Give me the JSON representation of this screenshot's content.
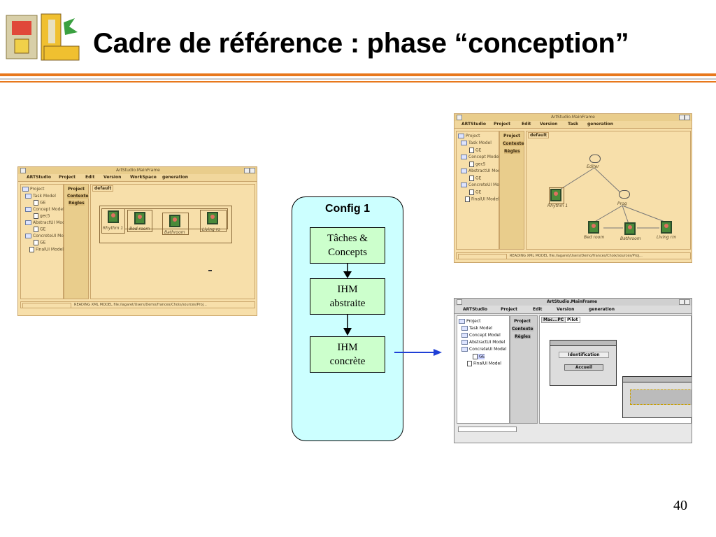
{
  "slide": {
    "title": "Cadre de référence : phase “conception”",
    "page_number": "40"
  },
  "config": {
    "title": "Config 1",
    "boxes": [
      {
        "line1": "Tâches &",
        "line2": "Concepts"
      },
      {
        "line1": "IHM",
        "line2": "abstraite"
      },
      {
        "line1": "IHM",
        "line2": "concrète"
      }
    ]
  },
  "colors": {
    "accent_orange": "#e8781c",
    "config_bg": "#ccffff",
    "box_bg": "#ccffcc",
    "arrow_blue": "#1f3fd6",
    "window_tan": "#f7dfaa"
  },
  "win_left": {
    "title": "ArtStudio.MainFrame",
    "menu": [
      "ARTStudio",
      "Project",
      "Edit",
      "Version",
      "WorkSpace",
      "generation"
    ],
    "tree": [
      "Project",
      "Task Model",
      "GE",
      "Concept Model",
      "gec5",
      "AbstractUI Model",
      "GE",
      "ConcreteUI Model",
      "GE",
      "FinalUI Model"
    ],
    "tabs": [
      "Project",
      "Contexte",
      "Règles"
    ],
    "canvas_tab": "default",
    "nodes": [
      "Rhythm 1",
      "Bed room",
      "Bathroom",
      "Living ro"
    ],
    "status": "READING XML MODEL file:/lagaret/Users/Demo/frances/Choix/sources/Proj..."
  },
  "win_right_top": {
    "title": "ArtStudio.MainFrame",
    "menu": [
      "ARTStudio",
      "Project",
      "Edit",
      "Version",
      "Task",
      "generation"
    ],
    "tree": [
      "Project",
      "Task Model",
      "GE",
      "Concept Model",
      "gec5",
      "AbstractUI Model",
      "GE",
      "ConcreteUI Model",
      "GE",
      "FinalUI Model"
    ],
    "tabs": [
      "Project",
      "Contexte",
      "Règles"
    ],
    "canvas_tab": "default",
    "nodes": [
      "Editer",
      "Rhythm 1",
      "Prog",
      "Bed room",
      "Bathroom",
      "Living rm"
    ],
    "status": "READING XML MODEL file:/lagaret/Users/Demo/frances/Choix/sources/Proj..."
  },
  "win_right_bottom": {
    "title": "ArtStudio.MainFrame",
    "menu": [
      "ARTStudio",
      "Project",
      "Edit",
      "Version",
      "generation"
    ],
    "tree": [
      "Project",
      "Task Model",
      "Concept Model",
      "AbstractUI Model",
      "ConcreteUI Model",
      "GE",
      "FinalUI Model"
    ],
    "tabs": [
      "Project",
      "Contexte",
      "Règles"
    ],
    "canvas_tabs": [
      "Mac...PC",
      "Pilot"
    ],
    "buttons": [
      "Identification",
      "Accueil"
    ]
  }
}
